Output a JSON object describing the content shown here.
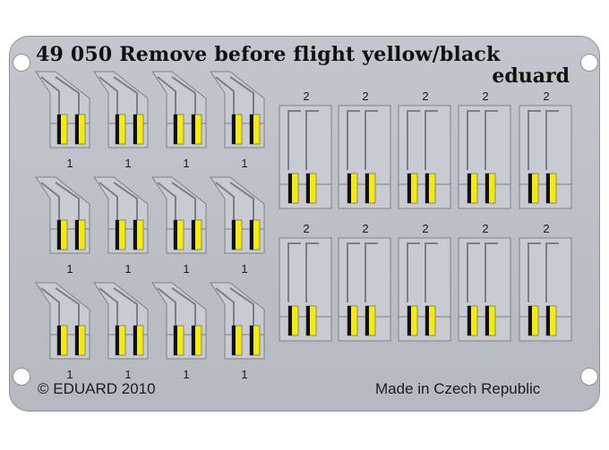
{
  "header": {
    "title": "49 050  Remove before flight yellow/black",
    "brand": "eduard"
  },
  "footer": {
    "copyright": "© EDUARD 2010",
    "origin": "Made in Czech Republic"
  },
  "parts": {
    "angled_label": "1",
    "straight_label": "2"
  },
  "colors": {
    "fret": "#bcbfc5",
    "tag_yellow": "#f2ea10",
    "tag_black": "#111111"
  }
}
